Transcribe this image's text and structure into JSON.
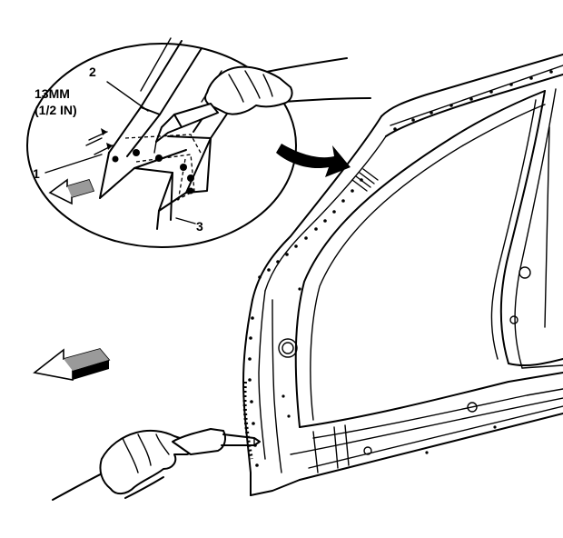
{
  "labels": {
    "callout_1": "1",
    "callout_2": "2",
    "callout_3": "3",
    "dimension_metric": "13MM",
    "dimension_imperial": "(1/2 IN)"
  },
  "icons": {
    "detail_arrow": "curved-arrow-icon",
    "forward_arrow_detail": "forward-arrow-icon",
    "forward_arrow_main": "forward-arrow-icon"
  }
}
